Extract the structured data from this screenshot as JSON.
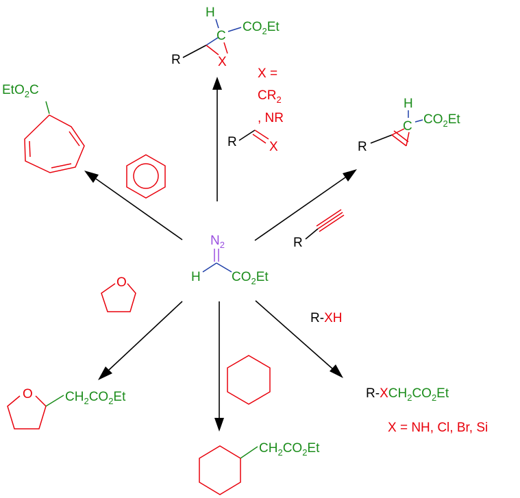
{
  "colors": {
    "reagent": "#e8000b",
    "ester": "#1b8c1b",
    "carbene": "#1f3fa8",
    "diazo": "#9a4fe0",
    "ink": "#000000"
  },
  "center": {
    "n2": "N",
    "n2_sub": "2",
    "h": "H",
    "ester": "CO",
    "ester_sub": "2",
    "ester_tail": "Et"
  },
  "top": {
    "h": "H",
    "c": "C",
    "ester": "CO",
    "ester_sub": "2",
    "ester_tail": "Et",
    "r": "R",
    "x": "X",
    "cond_line1": "X =",
    "cond_cr": "CR",
    "cond_cr_sub": "2",
    "cond_nr": ", NR",
    "cond_r": "R",
    "cond_x": "X"
  },
  "top_right": {
    "h": "H",
    "c": "C",
    "ester": "CO",
    "ester_sub": "2",
    "ester_tail": "Et",
    "r": "R",
    "reagent_r": "R"
  },
  "top_left": {
    "ester": "EtO",
    "ester_sub": "2",
    "ester_tail": "C"
  },
  "bottom_left": {
    "o_reagent": "O",
    "o_product": "O",
    "chain": "CH",
    "chain_sub": "2",
    "chain_mid": "CO",
    "chain_sub2": "2",
    "chain_tail": "Et"
  },
  "bottom": {
    "chain": "CH",
    "chain_sub": "2",
    "chain_mid": "CO",
    "chain_sub2": "2",
    "chain_tail": "Et"
  },
  "bottom_right": {
    "reagent_r": "R-",
    "reagent_xh": "XH",
    "product_r": "R-",
    "product_x": "X",
    "product_chain": "CH",
    "product_sub": "2",
    "product_mid": "CO",
    "product_sub2": "2",
    "product_tail": "Et",
    "note": "X = NH, Cl, Br, Si"
  }
}
